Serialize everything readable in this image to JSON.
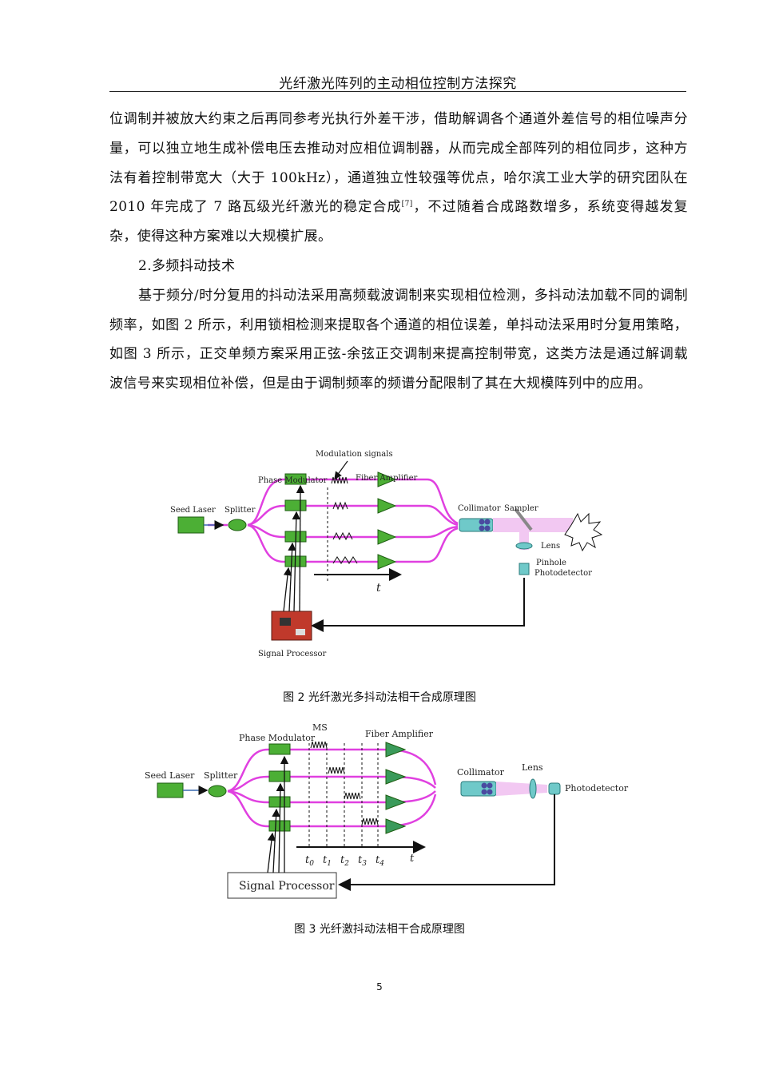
{
  "header": {
    "title": "光纤激光阵列的主动相位控制方法探究"
  },
  "body": {
    "p1": "位调制并被放大约束之后再同参考光执行外差干涉，借助解调各个通道外差信号的相位噪声分量，可以独立地生成补偿电压去推动对应相位调制器，从而完成全部阵列的相位同步，这种方法有着控制带宽大（大于 100kHz），通道独立性较强等优点，哈尔滨工业大学的研究团队在 2010 年完成了 7 路瓦级光纤激光的稳定合成",
    "p1_ref": "[7]",
    "p1_tail": "，不过随着合成路数增多，系统变得越发复杂，使得这种方案难以大规模扩展。",
    "heading": "2.多频抖动技术",
    "p2": "基于频分/时分复用的抖动法采用高频载波调制来实现相位检测，多抖动法加载不同的调制频率，如图 2 所示，利用锁相检测来提取各个通道的相位误差，单抖动法采用时分复用策略，如图 3 所示，正交单频方案采用正弦-余弦正交调制来提高控制带宽，这类方法是通过解调载波信号来实现相位补偿，但是由于调制频率的频谱分配限制了其在大规模阵列中的应用。"
  },
  "figure2": {
    "labels": {
      "modulation_signals": "Modulation signals",
      "phase_modulator": "Phase Modulator",
      "fiber_amplifier": "Fiber Amplifier",
      "seed_laser": "Seed Laser",
      "splitter": "Splitter",
      "collimator": "Collimator",
      "sampler": "Sampler",
      "lens": "Lens",
      "pinhole": "Pinhole",
      "photodetector": "Photodetector",
      "signal_processor": "Signal Processor",
      "t": "t"
    },
    "caption": "图 2 光纤激光多抖动法相干合成原理图"
  },
  "figure3": {
    "labels": {
      "phase_modulator": "Phase Modulator",
      "ms": "MS",
      "fiber_amplifier": "Fiber Amplifier",
      "seed_laser": "Seed Laser",
      "splitter": "Splitter",
      "collimator": "Collimator",
      "lens": "Lens",
      "photodetector": "Photodetector",
      "signal_processor": "Signal Processor",
      "t0": "t",
      "t0_sub": "0",
      "t1": "t",
      "t1_sub": "1",
      "t2": "t",
      "t2_sub": "2",
      "t3": "t",
      "t3_sub": "3",
      "t4": "t",
      "t4_sub": "4",
      "t": "t"
    },
    "caption": "图 3  光纤激抖动法相干合成原理图"
  },
  "footer": {
    "page_number": "5"
  },
  "colors": {
    "fiber": "#e040e0",
    "green": "#4caf35",
    "beam": "#f2c8f2"
  }
}
